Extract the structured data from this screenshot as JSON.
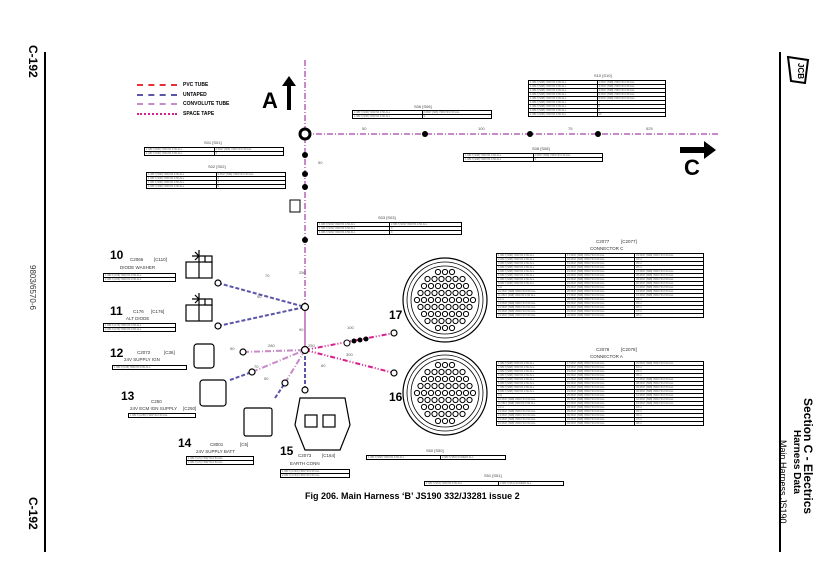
{
  "page": {
    "page_number_top": "C-192",
    "page_number_bottom": "C-192",
    "doc_ref": "9803/6570-6",
    "section_title": "Section C - Electrics",
    "section_subtitle": "Harness Data",
    "section_sub2": "Main Harness JS190",
    "logo_text": "JCB",
    "caption": "Fig 206. Main Harness ‘B’ JS190 332/J3281 issue 2"
  },
  "legend": [
    {
      "label": "PVC TUBE",
      "color": "#e8303a",
      "style": "dash"
    },
    {
      "label": "UNTAPED",
      "color": "#5a55a8",
      "style": "dash"
    },
    {
      "label": "CONVOLUTE TUBE",
      "color": "#c88ac8",
      "style": "dashdot"
    },
    {
      "label": "SPACE TAPE",
      "color": "#d8208c",
      "style": "dashdotdot"
    }
  ],
  "direction_labels": {
    "a": "A",
    "c": "C"
  },
  "splices": [
    {
      "id": "s10",
      "title": "S10  [S10]",
      "rows": [
        [
          "1  0817 [S98] YRD/YR.0.50 ALL",
          "2  0817 [S98] YRD/YR.0.50 ALL"
        ],
        [
          "1  0817 [S98] YRD/YR.0.50 ALL",
          "3  0817 [S98] YRD/YR.0.50 ALL"
        ],
        [
          "1  0817 [S98] YRD/YR.0.50 ALL",
          "4  0817 [S98] YRD/YR.0.50 ALL"
        ],
        [
          "1  0817 [S98] YRD/YR.0.50 ALL",
          "5  0817 [S98] YRD/YR.0.50 ALL"
        ],
        [
          "1  0817 [S98] YRD/YR.0.50 ALL",
          "6  0817 [S98] YRD/YR.0.50 ALL"
        ],
        [
          "1  0817 [S98] YRD/YR.0.50 ALL",
          "7"
        ],
        [
          "1  0817 [S98] YRD/YR.0.50 ALL",
          "8"
        ],
        [
          "1  0817 [S98] YRD/YR.0.50 ALL",
          "9"
        ],
        [
          "1  0817 [S98] YRD/YR.0.50 ALL",
          "10"
        ]
      ]
    },
    {
      "id": "s06",
      "title": "S06  [S06]",
      "rows": [
        [
          "1  0817 [S06] YRD/YR.0.50 ALL",
          "2  0817 [S06] YRD/YR.0.50 ALL"
        ],
        [
          "1  0817 [S06] YRD/YR.0.50 ALL",
          "3"
        ]
      ]
    },
    {
      "id": "s01",
      "title": "S01  [S01]",
      "rows": [
        [
          "1  0817 [S06] YRD/YR.0.50 ALL",
          "2  0817 [S06] YRD/YR.0.50 ALL"
        ],
        [
          "1  0817 [S06] YRD/YR.0.50 ALL",
          "3"
        ]
      ]
    },
    {
      "id": "s02",
      "title": "S02  [S02]",
      "rows": [
        [
          "1  0817 [S96] YRD/YR.0.50 ALL",
          "2  0817 [S96] YRD/YR.0.50 ALL"
        ],
        [
          "1  0817 [S96] YRD/YR.0.50 ALL",
          "3"
        ],
        [
          "1  0817 [S96] YRD/YR.0.50 ALL",
          "4"
        ],
        [
          "1  0817 [S96] YRD/YR.0.50 ALL",
          "5"
        ]
      ]
    },
    {
      "id": "s08",
      "title": "S08  [S08]",
      "rows": [
        [
          "1  0817 [S08] YRD/YR.0.50 ALL",
          "2  0817 [S08] YRD/YR.0.50 ALL"
        ],
        [
          "1  0817 [S08] YRD/YR.0.50 ALL",
          "3"
        ]
      ]
    },
    {
      "id": "s03",
      "title": "S03  [S03]",
      "rows": [
        [
          "1  0817 [S03] YRD/YR.0.50 ALL",
          "2  0817 [S03] YRD/YR.0.50 ALL"
        ],
        [
          "1  0817 [S03] YRD/YR.0.50 ALL",
          "3"
        ],
        [
          "1  0817 [S03] YRD/YR.0.50 ALL",
          "4"
        ]
      ]
    },
    {
      "id": "s50",
      "title": "S50  [S50]",
      "rows": [
        [
          "1  0817 [S50] YRD/YR.0.50 ALL",
          "2  0817 [S50] SCREEN ALL"
        ]
      ]
    },
    {
      "id": "s51",
      "title": "S51  [S51]",
      "rows": [
        [
          "1  0817 [S51] YRD/YR.0.50 ALL",
          "2  0817 [S51] SCREEN ALL"
        ]
      ]
    }
  ],
  "connectors": [
    {
      "num": "10",
      "code": "C2066",
      "ref": "[C110]",
      "name": "DIODE WASHER",
      "rows": [
        "1  0817 [C66] YRD/YR.0.50 ALL",
        "2  0817 [C66] YRD/YR.0.50 ALL"
      ]
    },
    {
      "num": "11",
      "code": "C176",
      "ref": "[C176]",
      "name": "ALT DIODE",
      "rows": [
        "1  0817 [C76] YRD/YR.0.50 ALL",
        "2  0817 [C76] YRD/YR.0.50 ALL"
      ]
    },
    {
      "num": "12",
      "code": "C2072",
      "ref": "[C36]",
      "name": "24V SUPPLY IGN",
      "rows": [
        "1  0817 [C36] YRD/YR.0.50 ALL"
      ]
    },
    {
      "num": "13",
      "code": "C250",
      "ref": "[C250]",
      "name": "24V ECM IGN SUPPLY",
      "rows": [
        "1  0817 [C250] YRD/YR.0.50 ALL"
      ]
    },
    {
      "num": "14",
      "code": "C8001",
      "ref": "[C5]",
      "name": "24V SUPPLY BATT",
      "rows": [
        "1  0817 [C5] YRD/YR.0.50 ALL",
        "2  0817 [C5] YRD/YR.0.50 ALL"
      ]
    },
    {
      "num": "15",
      "code": "C2073",
      "ref": "[C164]",
      "name": "EARTH CONN",
      "rows": [
        "1  0817 [C164] YRD/YR.0.50 ALL",
        "2  0817 [C164] YRD/YR.0.50 ALL"
      ]
    },
    {
      "num": "17",
      "code": "C2077",
      "ref": "[C2077]",
      "name": "CONNECTOR C",
      "table_rows": 16
    },
    {
      "num": "16",
      "code": "C2078",
      "ref": "[C2078]",
      "name": "CONNECTOR A",
      "table_rows": 16
    }
  ],
  "cell_text": "0817 [S98] YRD/YR.0.50 ALL",
  "blank_cell": "H",
  "segment_lengths": [
    "50",
    "100",
    "75",
    "525",
    "50",
    "250",
    "280",
    "50",
    "50",
    "70",
    "90",
    "70",
    "50",
    "60",
    "100",
    "300",
    "250"
  ]
}
